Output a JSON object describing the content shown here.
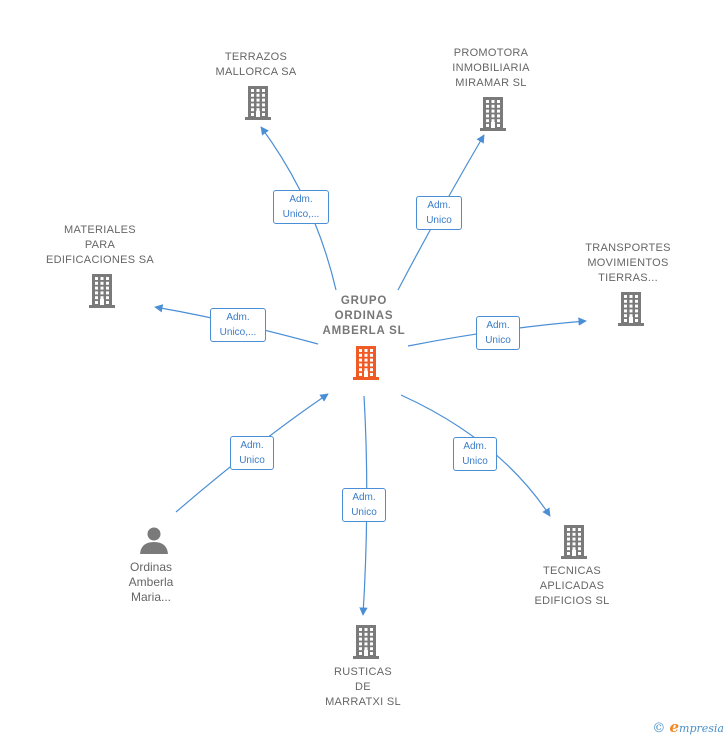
{
  "colors": {
    "edge": "#4a8fd6",
    "company_icon": "#7a7a7a",
    "center_icon": "#f05a24",
    "person_icon": "#7a7a7a"
  },
  "center": {
    "id": "center",
    "label": [
      "GRUPO",
      "ORDINAS",
      "AMBERLA  SL"
    ],
    "icon": "building-icon",
    "highlight": true
  },
  "nodes": [
    {
      "id": "terrazos",
      "label": [
        "TERRAZOS",
        "MALLORCA SA"
      ],
      "icon": "building-icon"
    },
    {
      "id": "promotora",
      "label": [
        "PROMOTORA",
        "INMOBILIARIA",
        "MIRAMAR  SL"
      ],
      "icon": "building-icon"
    },
    {
      "id": "materiales",
      "label": [
        "MATERIALES",
        "PARA",
        "EDIFICACIONES SA"
      ],
      "icon": "building-icon"
    },
    {
      "id": "transportes",
      "label": [
        "TRANSPORTES",
        "MOVIMIENTOS",
        "TIERRAS..."
      ],
      "icon": "building-icon"
    },
    {
      "id": "ordinas",
      "label": [
        "Ordinas",
        "Amberla",
        "Maria..."
      ],
      "icon": "person-icon"
    },
    {
      "id": "rusticas",
      "label": [
        "RUSTICAS",
        "DE",
        "MARRATXI SL"
      ],
      "icon": "building-icon"
    },
    {
      "id": "tecnicas",
      "label": [
        "TECNICAS",
        "APLICADAS",
        "EDIFICIOS  SL"
      ],
      "icon": "building-icon"
    }
  ],
  "edges": [
    {
      "from": "center",
      "to": "terrazos",
      "label": [
        "Adm.",
        "Unico,..."
      ]
    },
    {
      "from": "center",
      "to": "promotora",
      "label": [
        "Adm.",
        "Unico"
      ]
    },
    {
      "from": "center",
      "to": "materiales",
      "label": [
        "Adm.",
        "Unico,..."
      ]
    },
    {
      "from": "center",
      "to": "transportes",
      "label": [
        "Adm.",
        "Unico"
      ]
    },
    {
      "from": "ordinas",
      "to": "center",
      "label": [
        "Adm.",
        "Unico"
      ]
    },
    {
      "from": "center",
      "to": "rusticas",
      "label": [
        "Adm.",
        "Unico"
      ]
    },
    {
      "from": "center",
      "to": "tecnicas",
      "label": [
        "Adm.",
        "Unico"
      ]
    }
  ],
  "footer": {
    "copyright": "©",
    "brand_initial": "e",
    "brand_rest": "mpresia"
  }
}
